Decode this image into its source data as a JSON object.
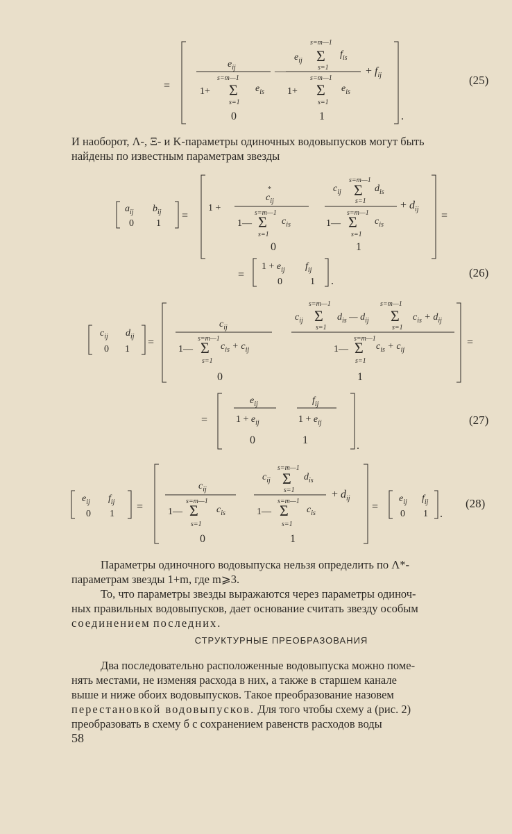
{
  "eq25": {
    "number": "(25)"
  },
  "intro": {
    "line1": "И наоборот, Λ-, Ξ- и K-параметры одиночных водовыпусков могут быть",
    "line2": "найдены по известным параметрам звезды"
  },
  "eq26": {
    "number": "(26)"
  },
  "eq27": {
    "number": "(27)"
  },
  "eq28": {
    "number": "(28)"
  },
  "para1": {
    "line1": "Параметры одиночного водовыпуска нельзя определить по Λ*-",
    "line2": "параметрам звезды 1+m, где m⩾3."
  },
  "para2": {
    "line1": "То, что параметры звезды выражаются через параметры одиноч-",
    "line2": "ных правильных водовыпусков, дает основание считать звезду особым",
    "line3_spaced": "соединением",
    "line3_rest": "последних."
  },
  "section_heading": "СТРУКТУРНЫЕ ПРЕОБРАЗОВАНИЯ",
  "para3": {
    "line1": "Два последовательно расположенные водовыпуска можно поме-",
    "line2": "нять местами, не изменяя расхода в них, а также в старшем канале",
    "line3": "выше и ниже обоих водовыпусков. Такое преобразование назовем",
    "line4_spaced": "перестановкой водовыпусков.",
    "line4_rest": "Для того чтобы схему а (рис. 2)",
    "line5": "преобразовать в схему б с сохранением равенств расходов воды"
  },
  "page_number": "58"
}
